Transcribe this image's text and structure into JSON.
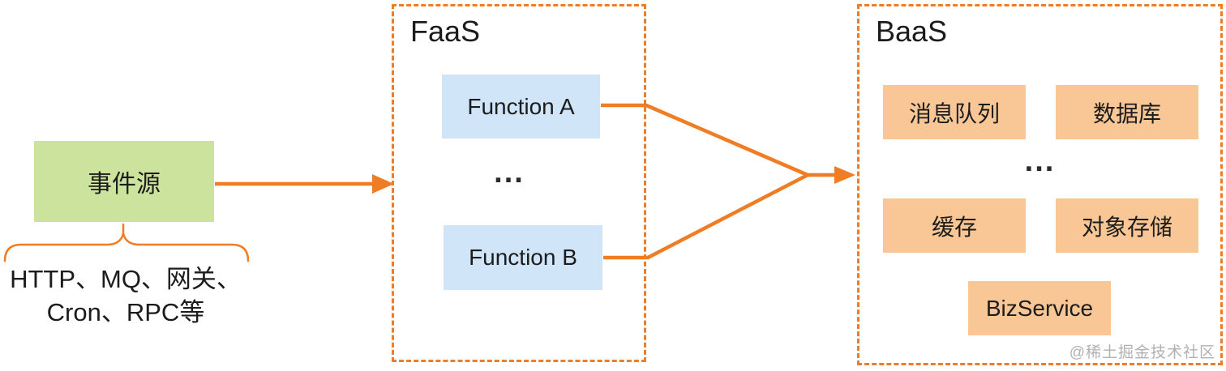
{
  "colors": {
    "accent": "#ef7d25",
    "event_fill": "#cbe39c",
    "function_fill": "#d0e6f8",
    "service_fill": "#f9c795",
    "text": "#1c1c1c",
    "watermark_text": "#b1b1b1"
  },
  "event_source": {
    "label": "事件源",
    "examples": [
      "HTTP、MQ、网关、",
      "Cron、RPC等"
    ]
  },
  "faas": {
    "title": "FaaS",
    "functions": [
      "Function A",
      "Function B"
    ],
    "ellipsis": "..."
  },
  "baas": {
    "title": "BaaS",
    "services": [
      "消息队列",
      "数据库",
      "缓存",
      "对象存储",
      "BizService"
    ],
    "ellipsis": "..."
  },
  "watermark": "@稀土掘金技术社区"
}
